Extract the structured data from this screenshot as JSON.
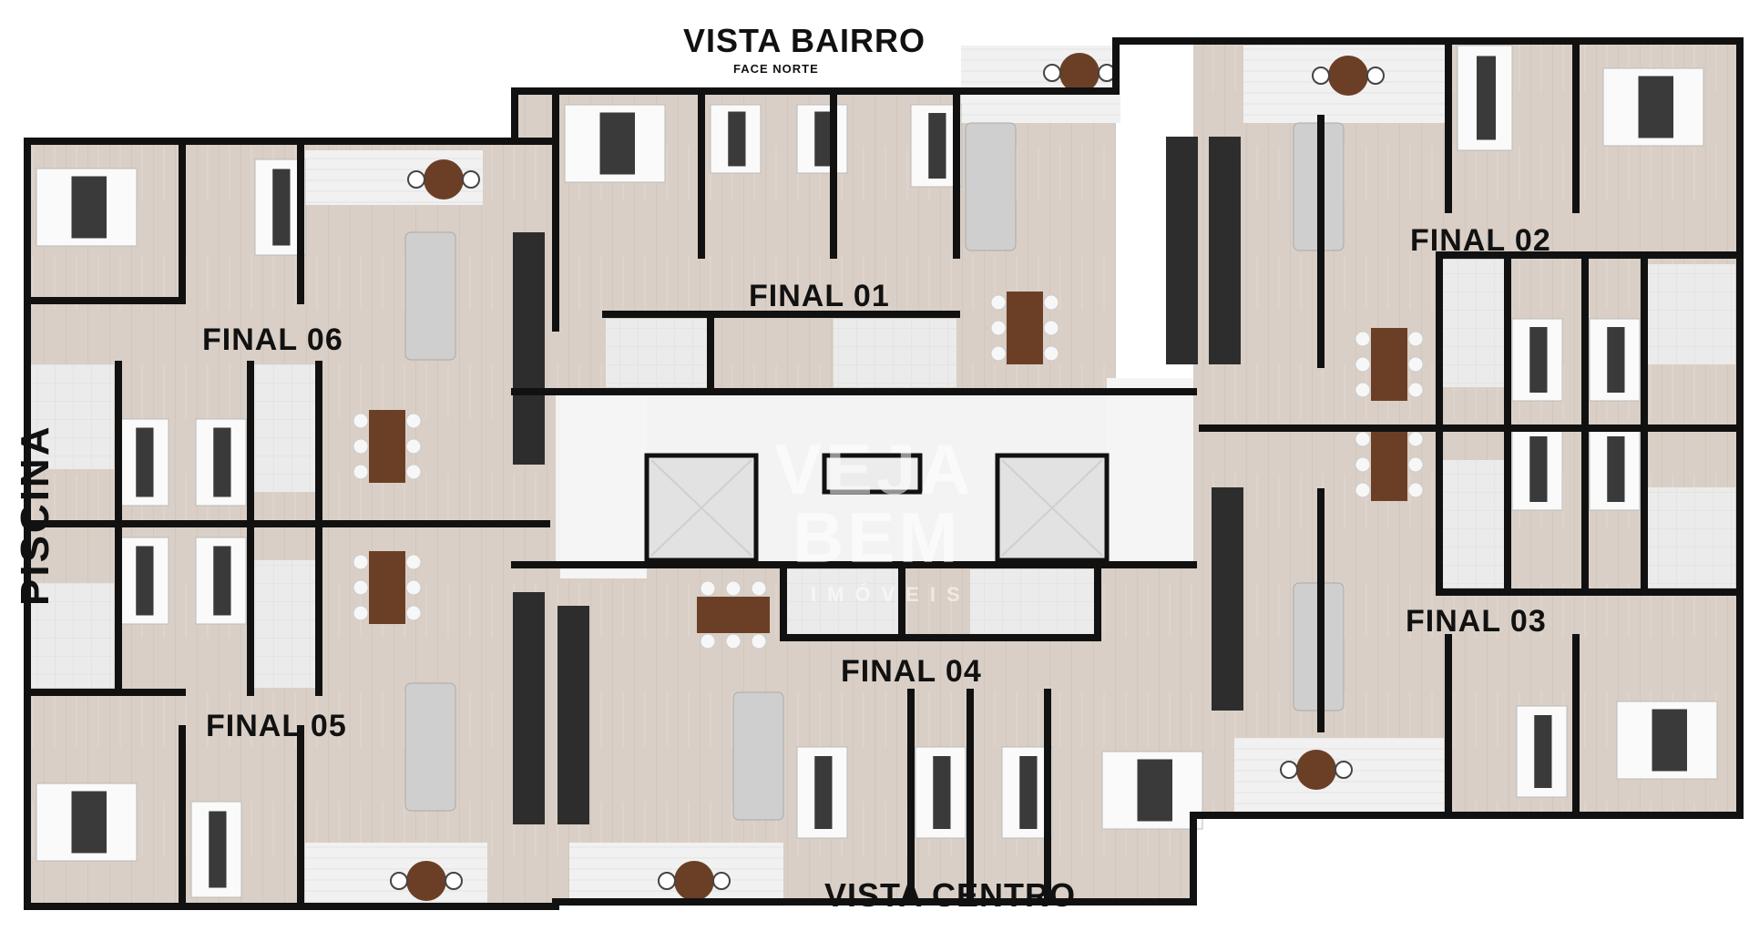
{
  "header": {
    "vista_bairro": "VISTA BAIRRO",
    "face_norte": "FACE NORTE"
  },
  "footer": {
    "vista_centro": "VISTA CENTRO"
  },
  "side": {
    "piscina": "PISCINA"
  },
  "units": {
    "final_01": "FINAL 01",
    "final_02": "FINAL 02",
    "final_03": "FINAL 03",
    "final_04": "FINAL 04",
    "final_05": "FINAL 05",
    "final_06": "FINAL 06"
  },
  "watermark": {
    "line1": "VEJA",
    "line2": "BEM",
    "line3": "IMÓVEIS"
  },
  "colors": {
    "wall": "#111111",
    "wood_floor": "#d9cfc6",
    "wood_floor_alt": "#cfc4b9",
    "tile_floor": "#e9e9e9",
    "balcony": "#efefef",
    "marble": "#f2f2f2",
    "kitchen_counter": "#2a2a2a",
    "table_wood": "#6b3f26",
    "bed_dark": "#3a3a3a",
    "bed_white": "#fafafa",
    "sofa": "#cfcfcf"
  }
}
